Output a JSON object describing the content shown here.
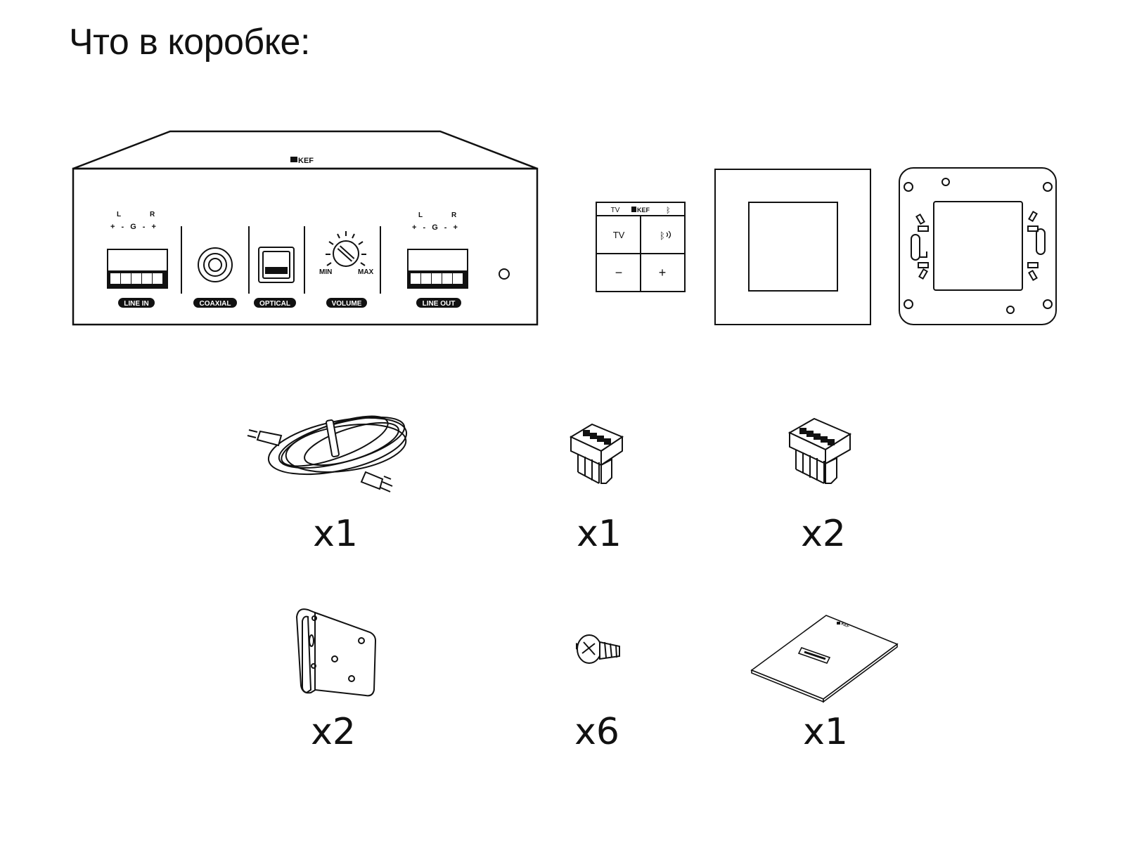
{
  "page": {
    "title": "Что в коробке:"
  },
  "amplifier": {
    "brand": "KEF",
    "line_in_label": "LINE IN",
    "coaxial_label": "COAXIAL",
    "optical_label": "OPTICAL",
    "volume_label": "VOLUME",
    "line_out_label": "LINE OUT",
    "volume_min": "MIN",
    "volume_max": "MAX",
    "channel_l": "L",
    "channel_r": "R",
    "terminal_marks": "+ - G - +"
  },
  "remote_panel": {
    "brand": "KEF",
    "top_tv": "TV",
    "button_tv": "TV",
    "button_minus": "−",
    "button_plus": "+"
  },
  "manual": {
    "brand": "KEF"
  },
  "quantities": {
    "power_cord": "x1",
    "connector_4pin": "x1",
    "connector_5pin": "x2",
    "bracket": "x2",
    "screw": "x6",
    "manual": "x1"
  }
}
